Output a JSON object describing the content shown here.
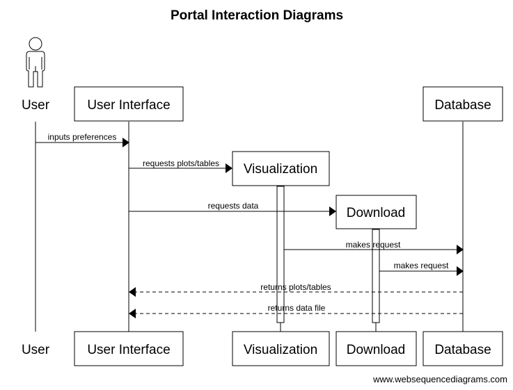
{
  "title": "Portal Interaction Diagrams",
  "participants": {
    "user": "User",
    "ui": "User Interface",
    "viz": "Visualization",
    "dl": "Download",
    "db": "Database"
  },
  "messages": [
    {
      "label": "inputs preferences",
      "from": "User",
      "to": "User Interface",
      "style": "solid"
    },
    {
      "label": "requests plots/tables",
      "from": "User Interface",
      "to": "Visualization",
      "style": "solid"
    },
    {
      "label": "requests data",
      "from": "User Interface",
      "to": "Download",
      "style": "solid"
    },
    {
      "label": "makes request",
      "from": "Visualization",
      "to": "Database",
      "style": "solid"
    },
    {
      "label": "makes request",
      "from": "Download",
      "to": "Database",
      "style": "solid"
    },
    {
      "label": "returns plots/tables",
      "from": "Database",
      "to": "User Interface",
      "style": "dashed"
    },
    {
      "label": "returns data file",
      "from": "Database",
      "to": "User Interface",
      "style": "dashed"
    }
  ],
  "footer": "www.websequencediagrams.com"
}
